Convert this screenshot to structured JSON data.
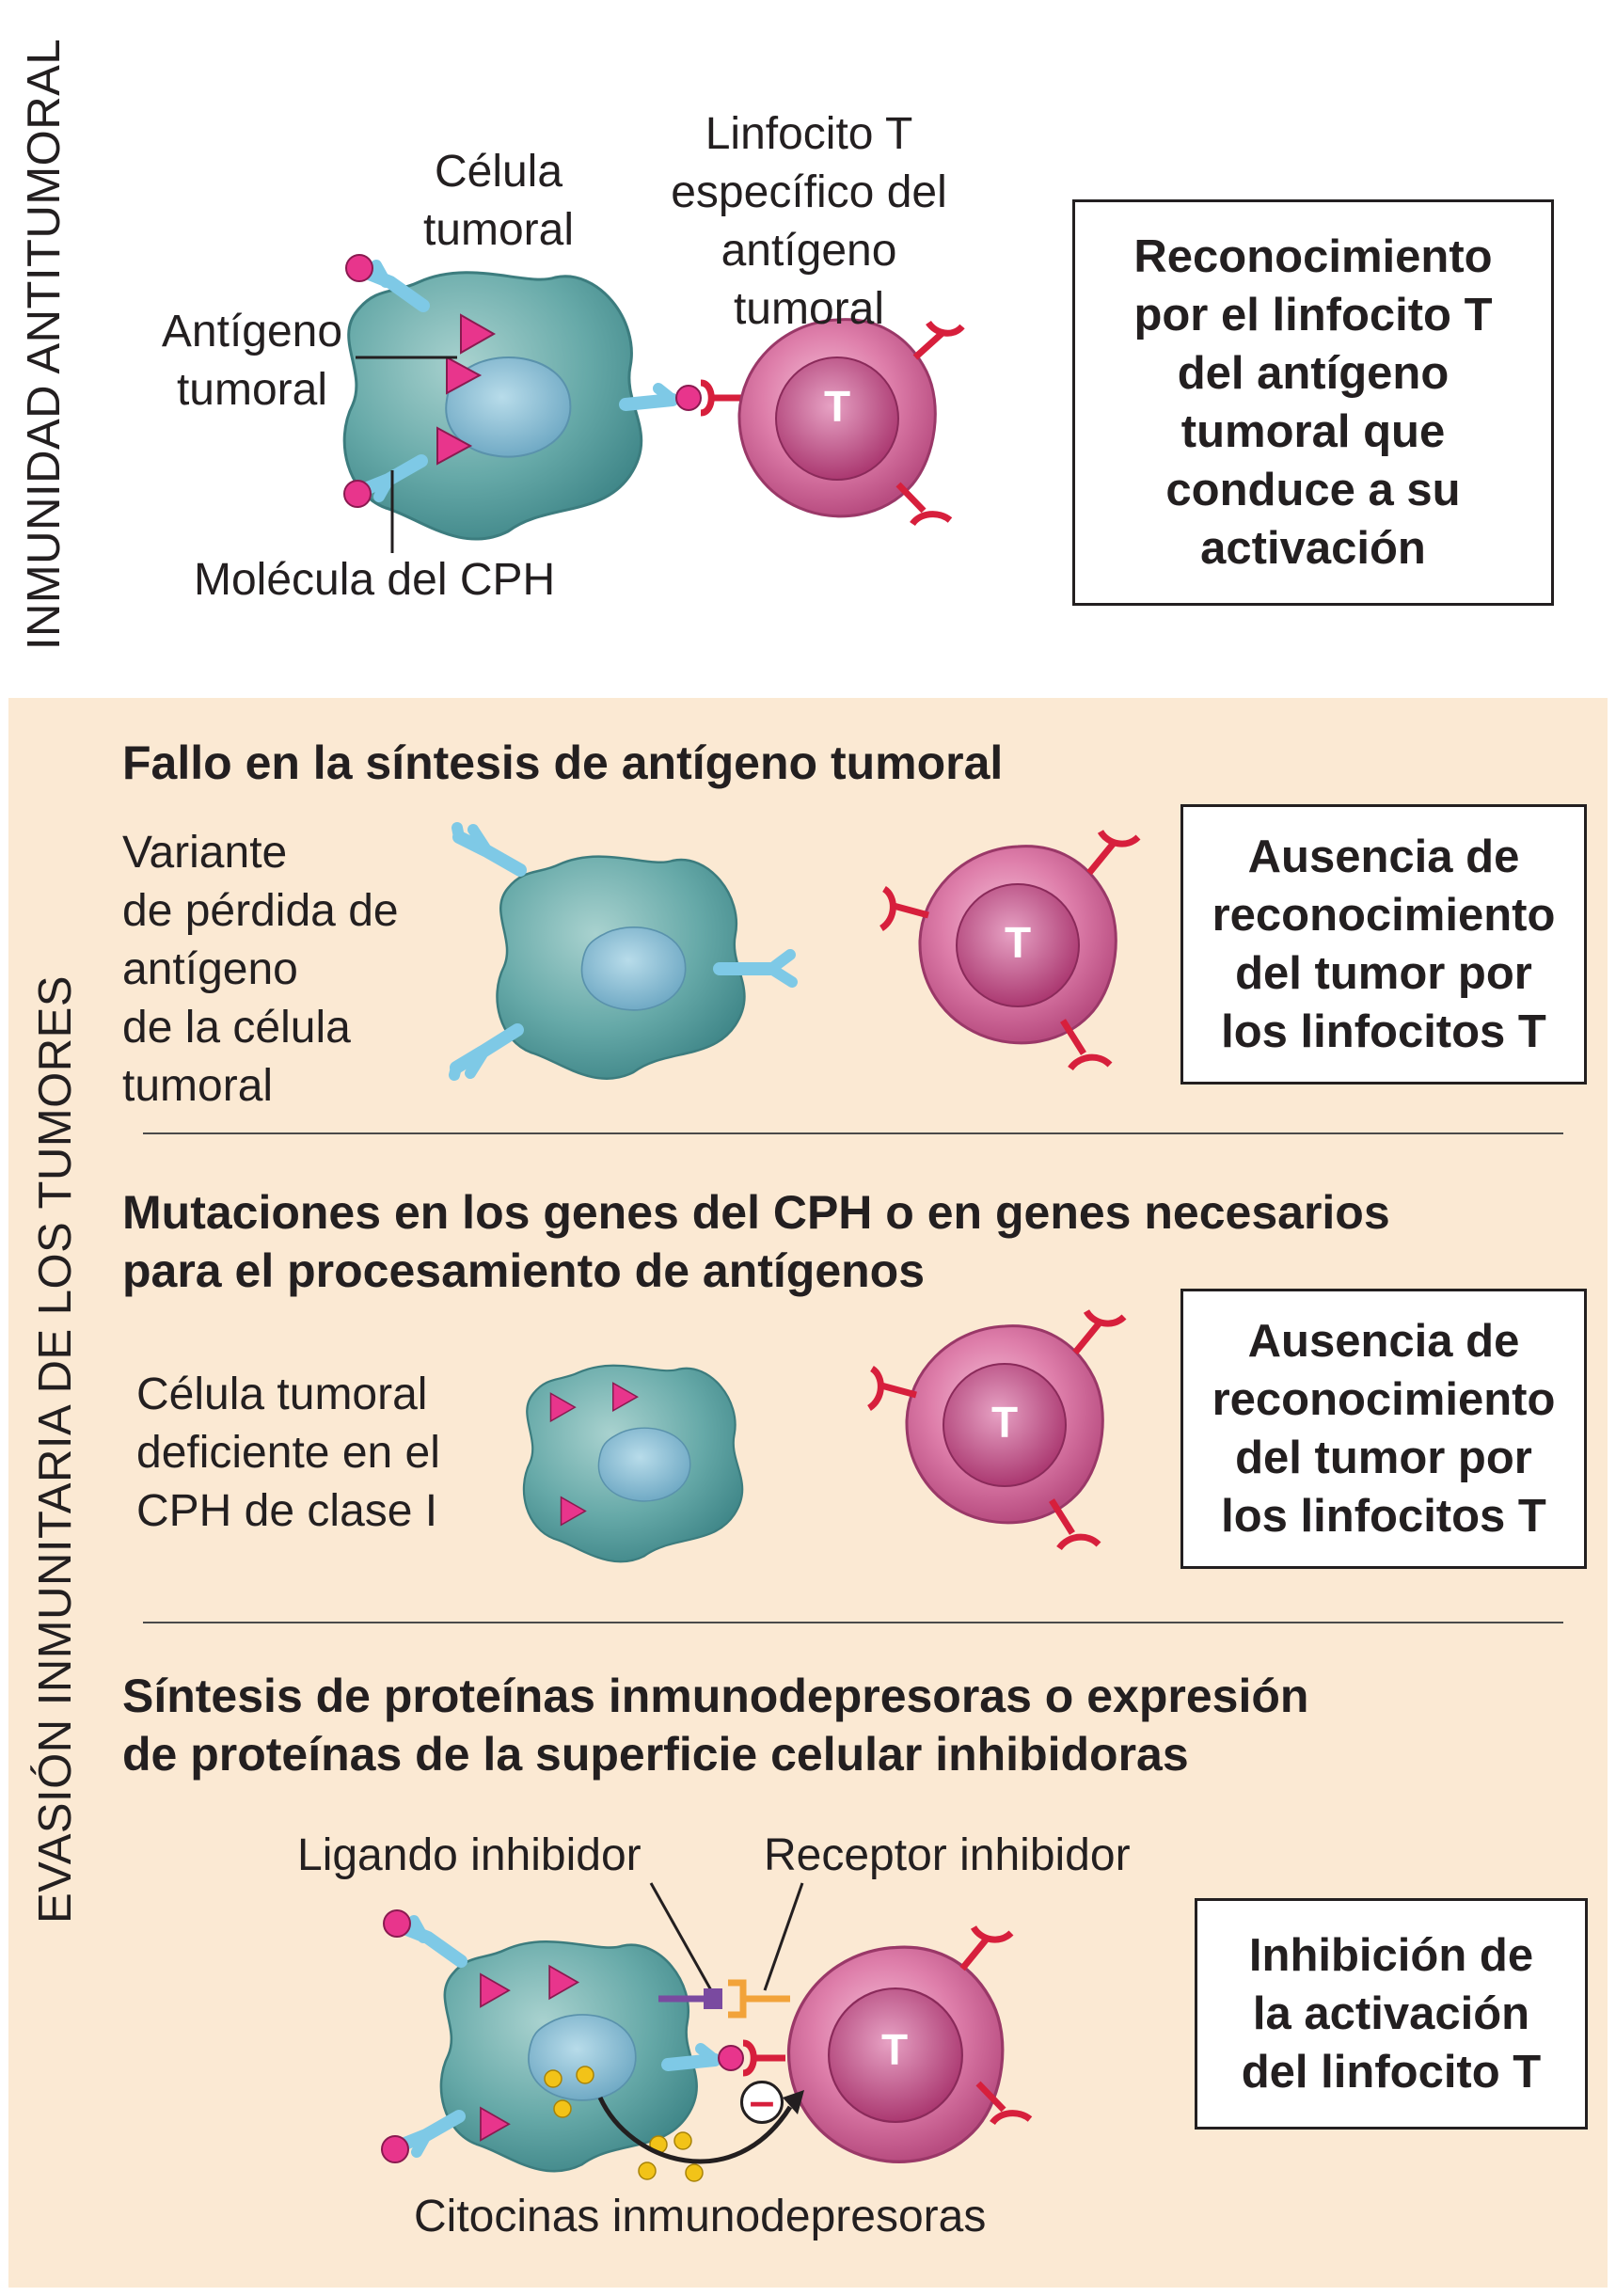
{
  "colors": {
    "tumor_cell": "#5ea3a3",
    "tumor_nucleus": "#8fbfd2",
    "t_cell": "#d66a9a",
    "receptor_red": "#d71f3c",
    "mhc_blue": "#7ec9e6",
    "antigen_pink": "#e8358c",
    "evasion_background": "#fbe9d3",
    "cytokine_yellow": "#f2c318",
    "inhibitory_ligand": "#7a4aa0",
    "inhibitory_receptor": "#f2a33a"
  },
  "sections": {
    "immunity_label": "INMUNIDAD ANTITUMORAL",
    "evasion_label": "EVASIÓN INMUNITARIA DE LOS TUMORES"
  },
  "immunity": {
    "tumor_cell_label": "Célula\ntumoral",
    "t_cell_label": "Linfocito T\nespecífico del\nantígeno tumoral",
    "antigen_label": "Antígeno\ntumoral",
    "mhc_label": "Molécula del CPH",
    "t_letter": "T",
    "result": "Reconocimiento\npor el linfocito T\ndel antígeno\ntumoral que\nconduce a su\nactivación"
  },
  "evasion1": {
    "heading": "Fallo en la síntesis de antígeno tumoral",
    "cell_label": "Variante\nde pérdida de\nantígeno\nde la célula\ntumoral",
    "t_letter": "T",
    "result": "Ausencia de\nreconocimiento\ndel tumor por\nlos linfocitos T"
  },
  "evasion2": {
    "heading": "Mutaciones en los genes del CPH o en genes necesarios\npara el procesamiento de antígenos",
    "cell_label": "Célula tumoral\ndeficiente en el\nCPH de clase I",
    "t_letter": "T",
    "result": "Ausencia de\nreconocimiento\ndel tumor por\nlos linfocitos T"
  },
  "evasion3": {
    "heading": "Síntesis de proteínas inmunodepresoras o expresión\nde proteínas de la superficie celular inhibidoras",
    "ligand_label": "Ligando inhibidor",
    "receptor_label": "Receptor inhibidor",
    "cytokines_label": "Citocinas inmunodepresoras",
    "t_letter": "T",
    "minus_symbol": "–",
    "result": "Inhibición de\nla activación\ndel linfocito T"
  }
}
